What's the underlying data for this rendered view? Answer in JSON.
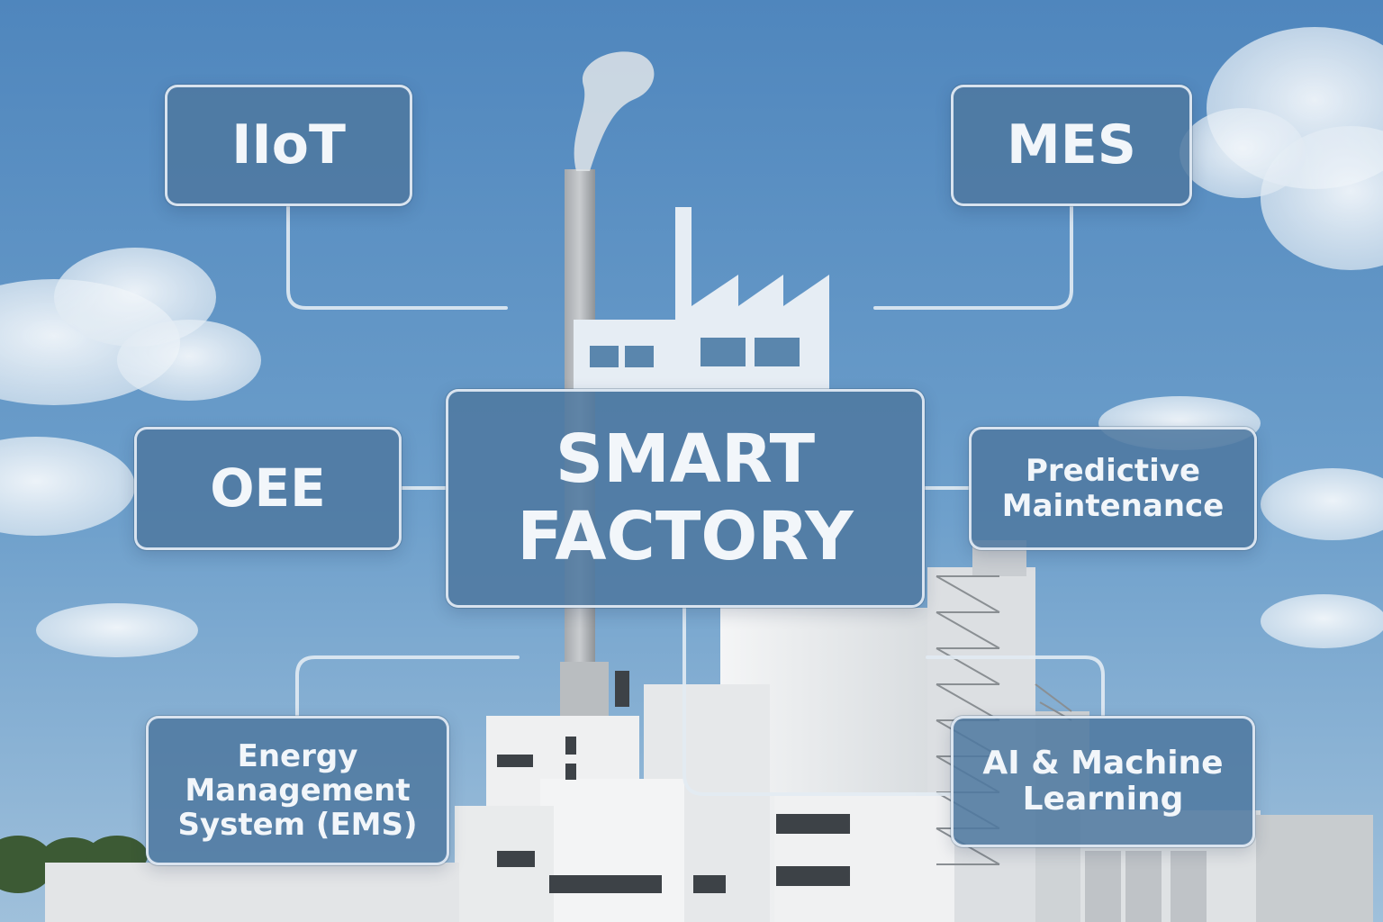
{
  "diagram": {
    "center": {
      "lines": [
        "SMART",
        "FACTORY"
      ]
    },
    "nodes": {
      "iiot": "IIoT",
      "mes": "MES",
      "oee": "OEE",
      "predictive_maintenance": [
        "Predictive",
        "Maintenance"
      ],
      "energy_management": [
        "Energy",
        "Management",
        "System (EMS)"
      ],
      "ai_machine_learning": [
        "AI & Machine",
        "Learning"
      ]
    }
  },
  "colors": {
    "sky_top": "#4f86bd",
    "sky_bottom": "#9fc0db",
    "node_fill": "#4e78a0",
    "node_border": "#e4ecf4",
    "node_text": "#f2f6fa",
    "connector": "#e2ebf3",
    "building": "#eceef0"
  },
  "icons": [
    "factory-icon"
  ]
}
